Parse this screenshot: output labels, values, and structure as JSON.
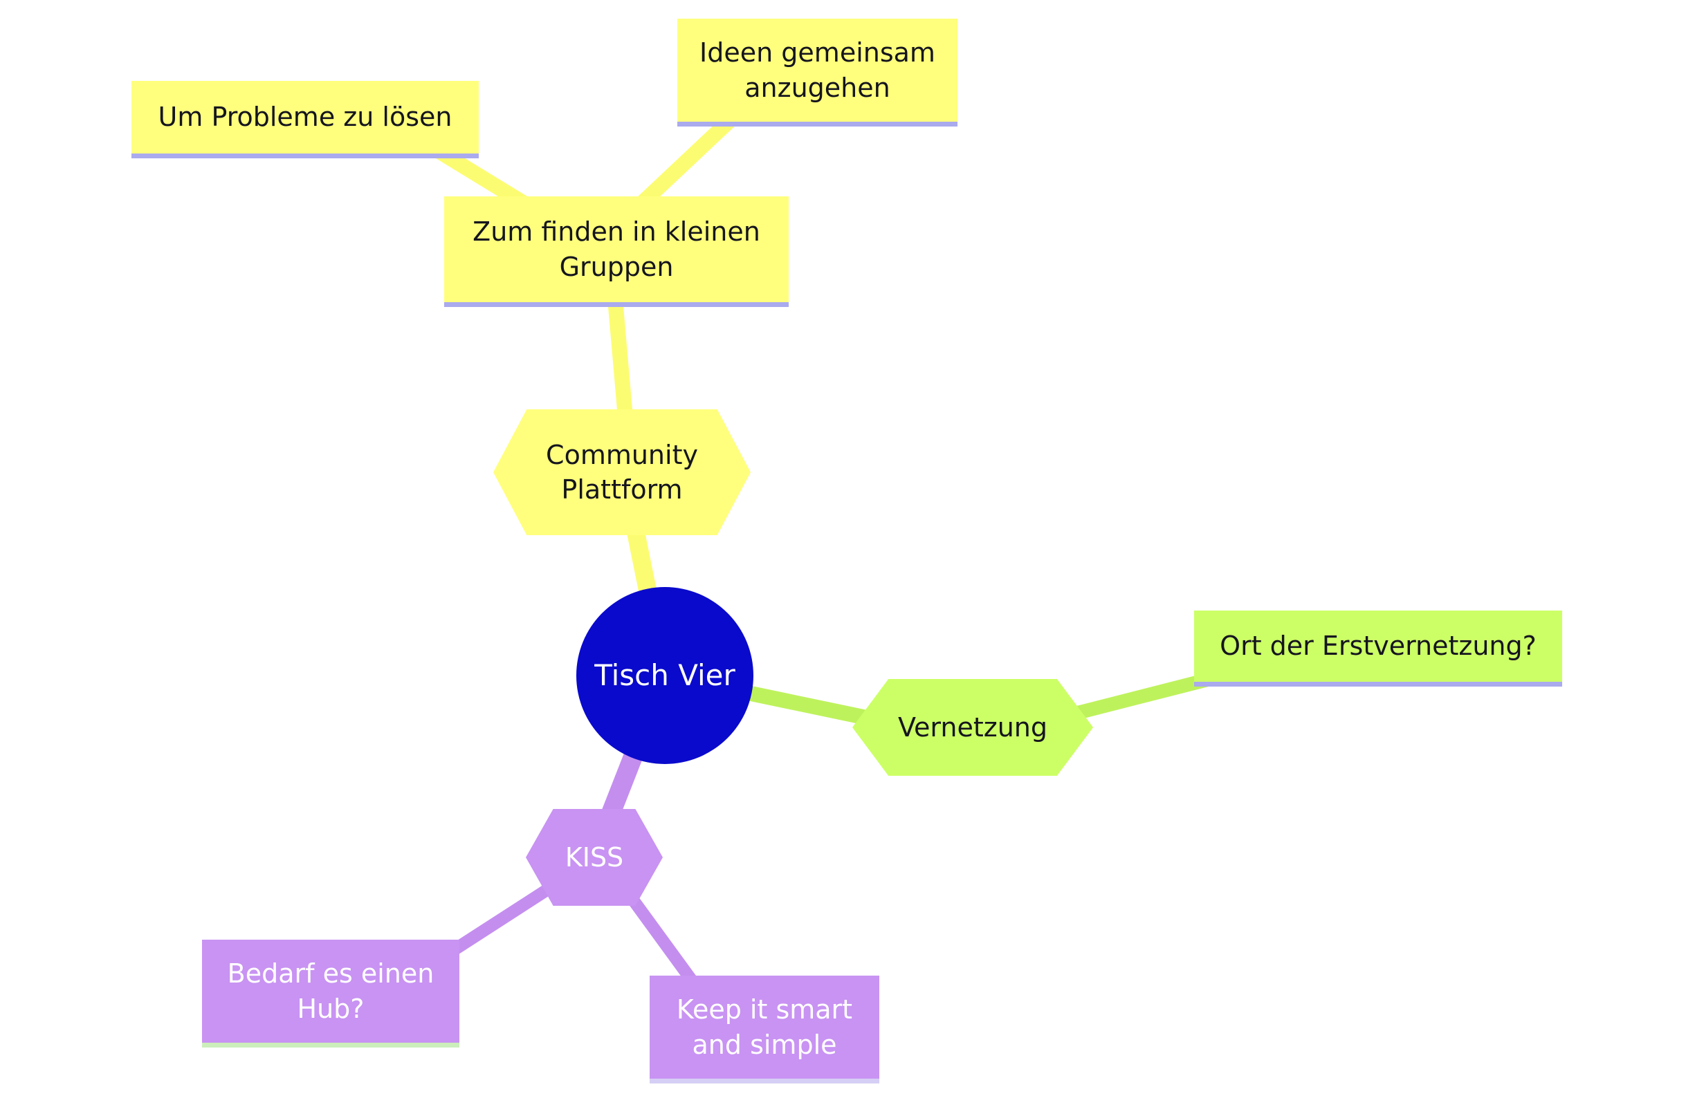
{
  "root": {
    "label": "Tisch Vier"
  },
  "branches": {
    "community": {
      "hub_label": "Community Plattform",
      "children": {
        "zum_finden": {
          "label": "Zum finden in kleinen Gruppen"
        },
        "um_probleme": {
          "label": "Um Probleme zu lösen"
        },
        "ideen": {
          "label": "Ideen gemeinsam anzugehen"
        }
      }
    },
    "vernetzung": {
      "hub_label": "Vernetzung",
      "children": {
        "ort": {
          "label": "Ort der Erstvernetzung?"
        }
      }
    },
    "kiss": {
      "hub_label": "KISS",
      "children": {
        "bedarf": {
          "label": "Bedarf es einen Hub?"
        },
        "keep": {
          "label": "Keep it smart and simple"
        }
      }
    }
  },
  "colors": {
    "root_fill": "#0A0ACC",
    "node_yellow": "#FFFF7D",
    "node_green": "#CCFF66",
    "node_purple": "#C893F2",
    "edge_yellow": "#FCFC72",
    "edge_green": "#BEF25C",
    "edge_purple": "#C48EEF",
    "underline_lavender": "#AAAAEE",
    "underline_pale_green": "#CCEEBB",
    "underline_lilac": "#D5CEF5",
    "text_dark": "#15151E",
    "text_light": "#FFFFFF"
  }
}
